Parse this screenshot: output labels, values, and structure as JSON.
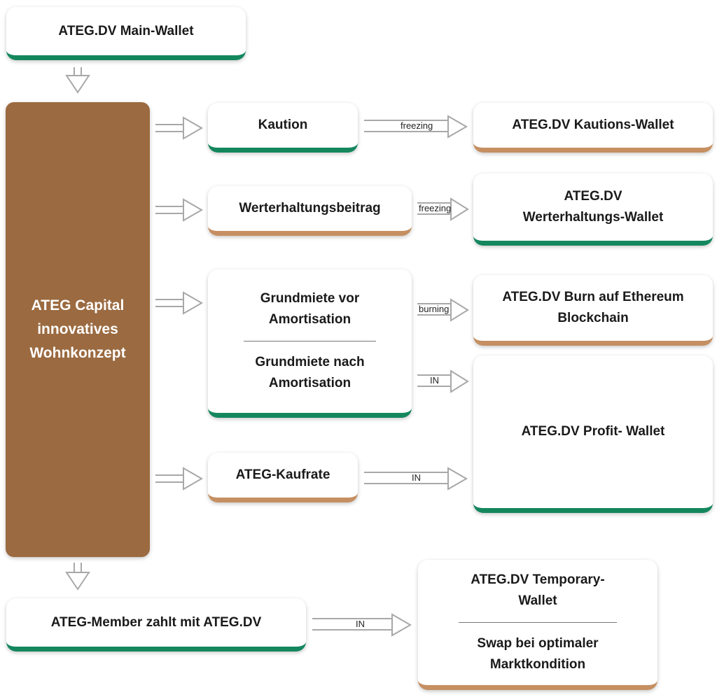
{
  "main_wallet": "ATEG.DV Main-Wallet",
  "center": {
    "line1": "ATEG Capital",
    "line2": "innovatives",
    "line3": "Wohnkonzept"
  },
  "kaution": "Kaution",
  "werterhaltung": "Werterhaltungsbeitrag",
  "grundmiete": {
    "vor_1": "Grundmiete vor",
    "vor_2": "Amortisation",
    "nach_1": "Grundmiete nach",
    "nach_2": "Amortisation"
  },
  "kaufrate": "ATEG-Kaufrate",
  "member": "ATEG-Member zahlt mit ATEG.DV",
  "kautions_wallet": "ATEG.DV Kautions-Wallet",
  "werterhaltungs_wallet": {
    "line1": "ATEG.DV",
    "line2": "Werterhaltungs-Wallet"
  },
  "burn": {
    "line1": "ATEG.DV Burn auf Ethereum",
    "line2": "Blockchain"
  },
  "profit_wallet": "ATEG.DV Profit- Wallet",
  "temporary": {
    "line1": "ATEG.DV Temporary-",
    "line2": "Wallet",
    "line3": "Swap bei optimaler",
    "line4": "Marktkondition"
  },
  "labels": {
    "freezing_1": "freezing",
    "freezing_2": "freezing",
    "burning": "burning",
    "in_1": "IN",
    "in_2": "IN",
    "in_3": "IN"
  },
  "colors": {
    "brown": "#9b6a40",
    "green": "#14875e",
    "tan": "#c58f61"
  }
}
